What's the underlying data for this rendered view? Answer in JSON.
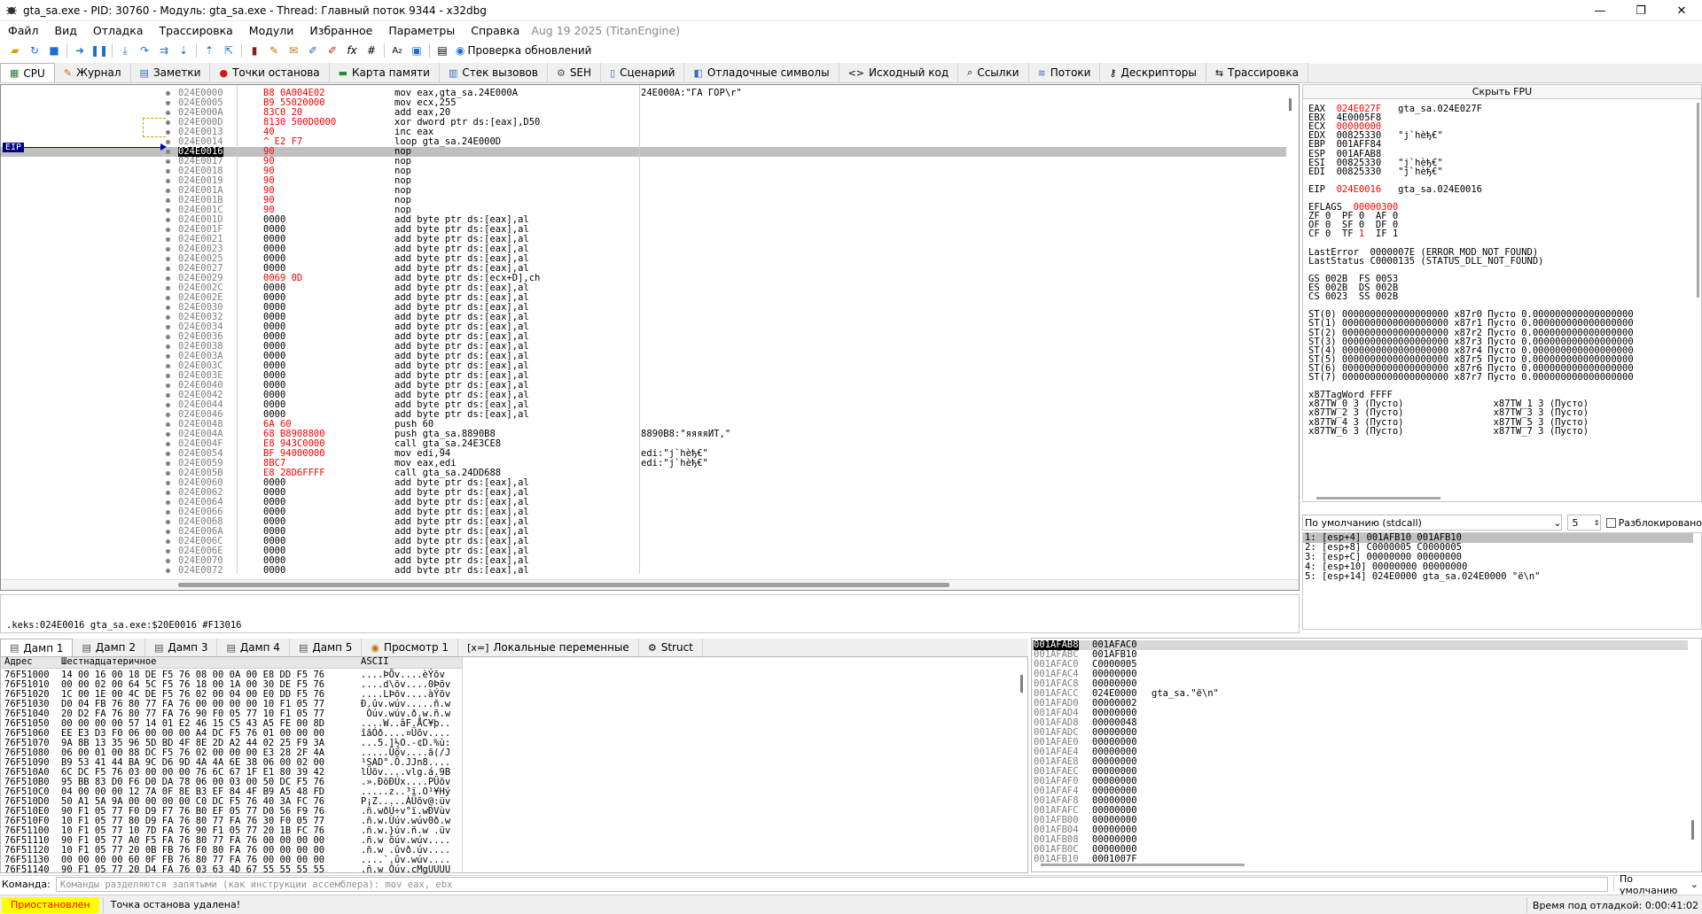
{
  "window": {
    "title": "gta_sa.exe - PID: 30760 - Модуль: gta_sa.exe - Thread: Главный поток 9344 - x32dbg",
    "min": "—",
    "max": "❐",
    "close": "✕"
  },
  "menu": {
    "items": [
      "Файл",
      "Вид",
      "Отладка",
      "Трассировка",
      "Модули",
      "Избранное",
      "Параметры",
      "Справка"
    ],
    "build": "Aug 19 2025 (TitanEngine)"
  },
  "toolbar": {
    "update_label": "Проверка обновлений"
  },
  "tabs": [
    {
      "label": "CPU",
      "icon": "cpu-icon"
    },
    {
      "label": "Журнал",
      "icon": "log-icon"
    },
    {
      "label": "Заметки",
      "icon": "notes-icon"
    },
    {
      "label": "Точки останова",
      "icon": "breakpoint-icon"
    },
    {
      "label": "Карта памяти",
      "icon": "memory-map-icon"
    },
    {
      "label": "Стек вызовов",
      "icon": "call-stack-icon"
    },
    {
      "label": "SEH",
      "icon": "seh-icon"
    },
    {
      "label": "Сценарий",
      "icon": "script-icon"
    },
    {
      "label": "Отладочные символы",
      "icon": "symbols-icon"
    },
    {
      "label": "Исходный код",
      "icon": "source-icon"
    },
    {
      "label": "Ссылки",
      "icon": "references-icon"
    },
    {
      "label": "Потоки",
      "icon": "threads-icon"
    },
    {
      "label": "Дескрипторы",
      "icon": "handles-icon"
    },
    {
      "label": "Трассировка",
      "icon": "trace-icon"
    }
  ],
  "disasm": {
    "eip_label": "EIP",
    "rows": [
      {
        "a": "024E0000",
        "b": "B8 0A004E02",
        "i": "mov eax,gta_sa.24E000A",
        "c": "24E000A:\"ΓA ΓOP\\r\""
      },
      {
        "a": "024E0005",
        "b": "B9 55020000",
        "i": "mov ecx,255",
        "c": ""
      },
      {
        "a": "024E000A",
        "b": "83C0 20",
        "i": "add eax,20",
        "c": ""
      },
      {
        "a": "024E000D",
        "b": "8130 500D0000",
        "i": "xor dword ptr ds:[eax],D50",
        "c": ""
      },
      {
        "a": "024E0013",
        "b": "40",
        "i": "inc eax",
        "c": ""
      },
      {
        "a": "024E0014",
        "b": "^ E2 F7",
        "i": "loop gta_sa.24E000D",
        "c": "",
        "k": "jmp"
      },
      {
        "a": "024E0016",
        "b": "90",
        "i": "nop",
        "c": "",
        "k": "nop",
        "cur": true
      },
      {
        "a": "024E0017",
        "b": "90",
        "i": "nop",
        "c": "",
        "k": "nop"
      },
      {
        "a": "024E0018",
        "b": "90",
        "i": "nop",
        "c": "",
        "k": "nop"
      },
      {
        "a": "024E0019",
        "b": "90",
        "i": "nop",
        "c": "",
        "k": "nop"
      },
      {
        "a": "024E001A",
        "b": "90",
        "i": "nop",
        "c": "",
        "k": "nop"
      },
      {
        "a": "024E001B",
        "b": "90",
        "i": "nop",
        "c": "",
        "k": "nop"
      },
      {
        "a": "024E001C",
        "b": "90",
        "i": "nop",
        "c": "",
        "k": "nop"
      },
      {
        "a": "024E001D",
        "b": "0000",
        "i": "add byte ptr ds:[eax],al",
        "c": ""
      },
      {
        "a": "024E001F",
        "b": "0000",
        "i": "add byte ptr ds:[eax],al",
        "c": ""
      },
      {
        "a": "024E0021",
        "b": "0000",
        "i": "add byte ptr ds:[eax],al",
        "c": ""
      },
      {
        "a": "024E0023",
        "b": "0000",
        "i": "add byte ptr ds:[eax],al",
        "c": ""
      },
      {
        "a": "024E0025",
        "b": "0000",
        "i": "add byte ptr ds:[eax],al",
        "c": ""
      },
      {
        "a": "024E0027",
        "b": "0000",
        "i": "add byte ptr ds:[eax],al",
        "c": ""
      },
      {
        "a": "024E0029",
        "b": "0069 0D",
        "i": "add byte ptr ds:[ecx+D],ch",
        "c": ""
      },
      {
        "a": "024E002C",
        "b": "0000",
        "i": "add byte ptr ds:[eax],al",
        "c": ""
      },
      {
        "a": "024E002E",
        "b": "0000",
        "i": "add byte ptr ds:[eax],al",
        "c": ""
      },
      {
        "a": "024E0030",
        "b": "0000",
        "i": "add byte ptr ds:[eax],al",
        "c": ""
      },
      {
        "a": "024E0032",
        "b": "0000",
        "i": "add byte ptr ds:[eax],al",
        "c": ""
      },
      {
        "a": "024E0034",
        "b": "0000",
        "i": "add byte ptr ds:[eax],al",
        "c": ""
      },
      {
        "a": "024E0036",
        "b": "0000",
        "i": "add byte ptr ds:[eax],al",
        "c": ""
      },
      {
        "a": "024E0038",
        "b": "0000",
        "i": "add byte ptr ds:[eax],al",
        "c": ""
      },
      {
        "a": "024E003A",
        "b": "0000",
        "i": "add byte ptr ds:[eax],al",
        "c": ""
      },
      {
        "a": "024E003C",
        "b": "0000",
        "i": "add byte ptr ds:[eax],al",
        "c": ""
      },
      {
        "a": "024E003E",
        "b": "0000",
        "i": "add byte ptr ds:[eax],al",
        "c": ""
      },
      {
        "a": "024E0040",
        "b": "0000",
        "i": "add byte ptr ds:[eax],al",
        "c": ""
      },
      {
        "a": "024E0042",
        "b": "0000",
        "i": "add byte ptr ds:[eax],al",
        "c": ""
      },
      {
        "a": "024E0044",
        "b": "0000",
        "i": "add byte ptr ds:[eax],al",
        "c": ""
      },
      {
        "a": "024E0046",
        "b": "0000",
        "i": "add byte ptr ds:[eax],al",
        "c": ""
      },
      {
        "a": "024E0048",
        "b": "6A 60",
        "i": "push 60",
        "c": "",
        "k": "push"
      },
      {
        "a": "024E004A",
        "b": "68 B8908800",
        "i": "push gta_sa.8890B8",
        "c": "8890B8:\"яяяяИТ,\"",
        "k": "push"
      },
      {
        "a": "024E004F",
        "b": "E8 943C0000",
        "i": "call gta_sa.24E3CE8",
        "c": "",
        "k": "call"
      },
      {
        "a": "024E0054",
        "b": "BF 94000000",
        "i": "mov edi,94",
        "c": "edi:\"j`hèђ€\""
      },
      {
        "a": "024E0059",
        "b": "8BC7",
        "i": "mov eax,edi",
        "c": "edi:\"j`hèђ€\""
      },
      {
        "a": "024E005B",
        "b": "E8 28D6FFFF",
        "i": "call gta_sa.24DD688",
        "c": "",
        "k": "call"
      },
      {
        "a": "024E0060",
        "b": "0000",
        "i": "add byte ptr ds:[eax],al",
        "c": ""
      },
      {
        "a": "024E0062",
        "b": "0000",
        "i": "add byte ptr ds:[eax],al",
        "c": ""
      },
      {
        "a": "024E0064",
        "b": "0000",
        "i": "add byte ptr ds:[eax],al",
        "c": ""
      },
      {
        "a": "024E0066",
        "b": "0000",
        "i": "add byte ptr ds:[eax],al",
        "c": ""
      },
      {
        "a": "024E0068",
        "b": "0000",
        "i": "add byte ptr ds:[eax],al",
        "c": ""
      },
      {
        "a": "024E006A",
        "b": "0000",
        "i": "add byte ptr ds:[eax],al",
        "c": ""
      },
      {
        "a": "024E006C",
        "b": "0000",
        "i": "add byte ptr ds:[eax],al",
        "c": ""
      },
      {
        "a": "024E006E",
        "b": "0000",
        "i": "add byte ptr ds:[eax],al",
        "c": ""
      },
      {
        "a": "024E0070",
        "b": "0000",
        "i": "add byte ptr ds:[eax],al",
        "c": ""
      },
      {
        "a": "024E0072",
        "b": "0000",
        "i": "add byte ptr ds:[eax],al",
        "c": ""
      }
    ]
  },
  "info_line": ".keks:024E0016 gta_sa.exe:$20E0016 #F13016",
  "registers": {
    "hide_fpu": "Скрыть FPU",
    "lines": [
      {
        "t": "EAX  ",
        "v": "024E027F",
        "r": true,
        "x": "   gta_sa.024E027F"
      },
      {
        "t": "EBX  ",
        "v": "4E0005F8",
        "r": false,
        "x": ""
      },
      {
        "t": "ECX  ",
        "v": "00000000",
        "r": true,
        "x": ""
      },
      {
        "t": "EDX  ",
        "v": "00825330",
        "r": false,
        "x": "   \"j`hèђ€\""
      },
      {
        "t": "EBP  ",
        "v": "001AFF84",
        "r": false,
        "x": ""
      },
      {
        "t": "ESP  ",
        "v": "001AFAB8",
        "r": false,
        "x": ""
      },
      {
        "t": "ESI  ",
        "v": "00825330",
        "r": false,
        "x": "   \"j`hèђ€\""
      },
      {
        "t": "EDI  ",
        "v": "00825330",
        "r": false,
        "x": "   \"j`hèђ€\""
      },
      {
        "t": "",
        "v": "",
        "r": false,
        "x": ""
      },
      {
        "t": "EIP  ",
        "v": "024E0016",
        "r": true,
        "x": "   gta_sa.024E0016"
      },
      {
        "t": "",
        "v": "",
        "r": false,
        "x": ""
      },
      {
        "t": "EFLAGS  ",
        "v": "00000300",
        "r": true,
        "x": ""
      },
      {
        "t": "ZF 0  PF 0  AF 0",
        "v": "",
        "r": false,
        "x": ""
      },
      {
        "t": "OF 0  SF 0  DF 0",
        "v": "",
        "r": false,
        "x": ""
      },
      {
        "t": "CF 0  TF ",
        "v": "1",
        "r": true,
        "x": "  IF 1"
      },
      {
        "t": "",
        "v": "",
        "r": false,
        "x": ""
      },
      {
        "t": "LastError  0000007E (ERROR_MOD_NOT_FOUND)",
        "v": "",
        "r": false,
        "x": ""
      },
      {
        "t": "LastStatus C0000135 (STATUS_DLL_NOT_FOUND)",
        "v": "",
        "r": false,
        "x": ""
      },
      {
        "t": "",
        "v": "",
        "r": false,
        "x": ""
      },
      {
        "t": "GS 002B  FS 0053",
        "v": "",
        "r": false,
        "x": ""
      },
      {
        "t": "ES 002B  DS 002B",
        "v": "",
        "r": false,
        "x": ""
      },
      {
        "t": "CS 0023  SS 002B",
        "v": "",
        "r": false,
        "x": ""
      },
      {
        "t": "",
        "v": "",
        "r": false,
        "x": ""
      },
      {
        "t": "ST(0) 0000000000000000000 x87r0 Пусто 0.000000000000000000",
        "v": "",
        "r": false,
        "x": ""
      },
      {
        "t": "ST(1) 0000000000000000000 x87r1 Пусто 0.000000000000000000",
        "v": "",
        "r": false,
        "x": ""
      },
      {
        "t": "ST(2) 0000000000000000000 x87r2 Пусто 0.000000000000000000",
        "v": "",
        "r": false,
        "x": ""
      },
      {
        "t": "ST(3) 0000000000000000000 x87r3 Пусто 0.000000000000000000",
        "v": "",
        "r": false,
        "x": ""
      },
      {
        "t": "ST(4) 0000000000000000000 x87r4 Пусто 0.000000000000000000",
        "v": "",
        "r": false,
        "x": ""
      },
      {
        "t": "ST(5) 0000000000000000000 x87r5 Пусто 0.000000000000000000",
        "v": "",
        "r": false,
        "x": ""
      },
      {
        "t": "ST(6) 0000000000000000000 x87r6 Пусто 0.000000000000000000",
        "v": "",
        "r": false,
        "x": ""
      },
      {
        "t": "ST(7) 0000000000000000000 x87r7 Пусто 0.000000000000000000",
        "v": "",
        "r": false,
        "x": ""
      },
      {
        "t": "",
        "v": "",
        "r": false,
        "x": ""
      },
      {
        "t": "x87TagWord FFFF",
        "v": "",
        "r": false,
        "x": ""
      },
      {
        "t": "x87TW_0 3 (Пусто)                x87TW_1 3 (Пусто)",
        "v": "",
        "r": false,
        "x": ""
      },
      {
        "t": "x87TW_2 3 (Пусто)                x87TW_3 3 (Пусто)",
        "v": "",
        "r": false,
        "x": ""
      },
      {
        "t": "x87TW_4 3 (Пусто)                x87TW_5 3 (Пусто)",
        "v": "",
        "r": false,
        "x": ""
      },
      {
        "t": "x87TW_6 3 (Пусто)                x87TW_7 3 (Пусто)",
        "v": "",
        "r": false,
        "x": ""
      }
    ]
  },
  "callconv": {
    "value": "По умолчанию (stdcall)",
    "count": "5",
    "unlock": "Разблокировано"
  },
  "stack_args": [
    "1: [esp+4] 001AFB10 001AFB10",
    "2: [esp+8] C0000005 C0000005",
    "3: [esp+C] 00000000 00000000",
    "4: [esp+10] 00000000 00000000",
    "5: [esp+14] 024E0000 gta_sa.024E0000 \"ё\\n\""
  ],
  "dump_tabs": [
    {
      "label": "Дамп 1",
      "icon": "dump-icon"
    },
    {
      "label": "Дамп 2",
      "icon": "dump-icon"
    },
    {
      "label": "Дамп 3",
      "icon": "dump-icon"
    },
    {
      "label": "Дамп 4",
      "icon": "dump-icon"
    },
    {
      "label": "Дамп 5",
      "icon": "dump-icon"
    },
    {
      "label": "Просмотр 1",
      "icon": "watch-icon"
    },
    {
      "label": "Локальные переменные",
      "icon": "locals-icon"
    },
    {
      "label": "Struct",
      "icon": "struct-icon"
    }
  ],
  "dump": {
    "headers": {
      "addr": "Адрес",
      "hex": "Шестнадцатеричное",
      "ascii": "ASCII"
    },
    "rows": [
      {
        "a": "76F51000",
        "h": "14 00 16 00 18 DE F5 76 08 00 0A 00 E8 DD F5 76",
        "c": "....ÞÕv....èÝõv"
      },
      {
        "a": "76F51010",
        "h": "00 00 02 00 64 5C F5 76 18 00 1A 00 30 DE F5 76",
        "c": "....d\\õv....0Þõv"
      },
      {
        "a": "76F51020",
        "h": "1C 00 1E 00 4C DE F5 76 02 00 04 00 E0 DD F5 76",
        "c": "....LÞõv....àÝõv"
      },
      {
        "a": "76F51030",
        "h": "D0 04 FB 76 80 77 FA 76 00 00 00 00 10 F1 05 77",
        "c": "Ð.ûv.wúv.....ñ.w"
      },
      {
        "a": "76F51040",
        "h": "20 D2 FA 76 80 77 FA 76 90 F0 05 77 10 F1 05 77",
        "c": " Òúv.wúv.ð.w.ñ.w"
      },
      {
        "a": "76F51050",
        "h": "00 00 00 00 57 14 01 E2 46 15 C5 43 A5 FE 00 8D",
        "c": "....W..âF.ÅC¥þ.."
      },
      {
        "a": "76F51060",
        "h": "EE E3 D3 F0 06 00 00 00 A4 DC F5 76 01 00 00 00",
        "c": "îãÓð....¤Üõv...."
      },
      {
        "a": "76F51070",
        "h": "9A 8B 13 35 96 5D BD 4F 8E 2D A2 44 02 25 F9 3A",
        "c": "...5.]½O.-¢D.%ù:"
      },
      {
        "a": "76F51080",
        "h": "06 00 01 00 88 DC F5 76 02 00 00 00 E3 28 2F 4A",
        "c": ".....Üõv....ã(/J"
      },
      {
        "a": "76F51090",
        "h": "B9 53 41 44 BA 9C D6 9D 4A 4A 6E 38 06 00 02 00",
        "c": "¹SAD°.Ö.JJn8...."
      },
      {
        "a": "76F510A0",
        "h": "6C DC F5 76 03 00 00 00 76 6C 67 1F E1 80 39 42",
        "c": "lÜõv....vlg.á.9B"
      },
      {
        "a": "76F510B0",
        "h": "95 BB 83 D0 F6 D0 DA 78 06 00 03 00 50 DC F5 76",
        "c": ".».ÐöÐÚx....PÜõv"
      },
      {
        "a": "76F510C0",
        "h": "04 00 00 00 12 7A 0F 8E B3 EF 84 4F B9 A5 48 FD",
        "c": ".....z..³ï.O¹¥Hý"
      },
      {
        "a": "76F510D0",
        "h": "50 A1 5A 9A 00 00 00 00 C0 DC F5 76 40 3A FC 76",
        "c": "P¡Z.....ÀÜõv@:üv"
      },
      {
        "a": "76F510E0",
        "h": "90 F1 05 77 F0 D9 F7 76 B0 EF 05 77 D0 56 F9 76",
        "c": ".ñ.wðÙ÷v°ï.wÐVùv"
      },
      {
        "a": "76F510F0",
        "h": "10 F1 05 77 80 D9 FA 76 80 77 FA 76 30 F0 05 77",
        "c": ".ñ.w.Ùúv.wúv0ð.w"
      },
      {
        "a": "76F51100",
        "h": "10 F1 05 77 10 7D FA 76 90 F1 05 77 20 1B FC 76",
        "c": ".ñ.w.}úv.ñ.w .üv"
      },
      {
        "a": "76F51110",
        "h": "90 F1 05 77 A0 F5 FA 76 80 77 FA 76 00 00 00 00",
        "c": ".ñ.w õúv.wúv...."
      },
      {
        "a": "76F51120",
        "h": "10 F1 05 77 20 0B FB 76 F0 80 FA 76 00 00 00 00",
        "c": ".ñ.w .ûvð.úv...."
      },
      {
        "a": "76F51130",
        "h": "00 00 00 00 60 0F FB 76 80 77 FA 76 00 00 00 00",
        "c": "....`.ûv.wúv...."
      },
      {
        "a": "76F51140",
        "h": "90 F1 05 77 20 D4 FA 76 03 63 4D 67 55 55 55 55",
        "c": ".ñ.w Ôúv.cMgUUUU"
      }
    ]
  },
  "stack": {
    "rows": [
      {
        "a": "001AFAB8",
        "v": "001AFAC0",
        "c": "",
        "top": true
      },
      {
        "a": "001AFABC",
        "v": "001AFB10",
        "c": ""
      },
      {
        "a": "001AFAC0",
        "v": "C0000005",
        "c": ""
      },
      {
        "a": "001AFAC4",
        "v": "00000000",
        "c": ""
      },
      {
        "a": "001AFAC8",
        "v": "00000000",
        "c": ""
      },
      {
        "a": "001AFACC",
        "v": "024E0000",
        "c": "gta_sa.\"ё\\n\""
      },
      {
        "a": "001AFAD0",
        "v": "00000002",
        "c": ""
      },
      {
        "a": "001AFAD4",
        "v": "00000000",
        "c": ""
      },
      {
        "a": "001AFAD8",
        "v": "00000048",
        "c": ""
      },
      {
        "a": "001AFADC",
        "v": "00000000",
        "c": ""
      },
      {
        "a": "001AFAE0",
        "v": "00000000",
        "c": ""
      },
      {
        "a": "001AFAE4",
        "v": "00000000",
        "c": ""
      },
      {
        "a": "001AFAE8",
        "v": "00000000",
        "c": ""
      },
      {
        "a": "001AFAEC",
        "v": "00000000",
        "c": ""
      },
      {
        "a": "001AFAF0",
        "v": "00000000",
        "c": ""
      },
      {
        "a": "001AFAF4",
        "v": "00000000",
        "c": ""
      },
      {
        "a": "001AFAF8",
        "v": "00000000",
        "c": ""
      },
      {
        "a": "001AFAFC",
        "v": "00000000",
        "c": ""
      },
      {
        "a": "001AFB00",
        "v": "00000000",
        "c": ""
      },
      {
        "a": "001AFB04",
        "v": "00000000",
        "c": ""
      },
      {
        "a": "001AFB08",
        "v": "00000000",
        "c": ""
      },
      {
        "a": "001AFB0C",
        "v": "00000000",
        "c": ""
      },
      {
        "a": "001AFB10",
        "v": "0001007F",
        "c": ""
      }
    ]
  },
  "command": {
    "label": "Команда:",
    "placeholder": "Команды разделяются запятыми (как инструкции ассемблера): mov eax, ebx",
    "default": "По умолчанию"
  },
  "status": {
    "state": "Приостановлен",
    "message": "Точка останова удалена!",
    "time": "Время под отладкой: 0:00:41:02"
  },
  "colors": {
    "paused_bg": "#ffff00",
    "paused_fg": "#ff0000",
    "eip_bg": "#000080",
    "call_hl": "#00ffff",
    "jmp_hl": "#ffff00",
    "changed_reg": "#ff0000"
  }
}
